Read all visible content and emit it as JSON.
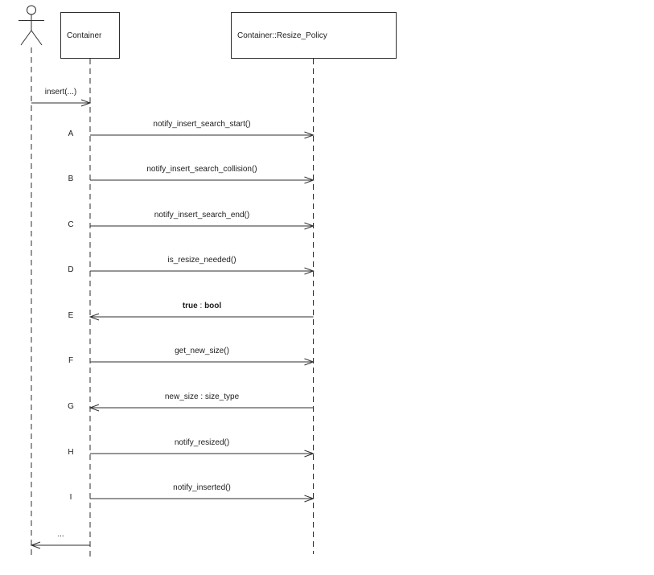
{
  "diagram": {
    "type": "uml-sequence",
    "participants": [
      {
        "id": "user",
        "kind": "actor",
        "label": ""
      },
      {
        "id": "container",
        "kind": "object",
        "label": "Container"
      },
      {
        "id": "resize_policy",
        "kind": "object",
        "label": "Container::Resize_Policy"
      }
    ],
    "initial_message": {
      "label": "insert(...)",
      "from": "user",
      "to": "container",
      "kind": "call"
    },
    "messages": [
      {
        "letter": "A",
        "label": "notify_insert_search_start()",
        "from": "container",
        "to": "resize_policy",
        "kind": "call"
      },
      {
        "letter": "B",
        "label": "notify_insert_search_collision()",
        "from": "container",
        "to": "resize_policy",
        "kind": "call"
      },
      {
        "letter": "C",
        "label": "notify_insert_search_end()",
        "from": "container",
        "to": "resize_policy",
        "kind": "call"
      },
      {
        "letter": "D",
        "label": "is_resize_needed()",
        "from": "container",
        "to": "resize_policy",
        "kind": "call"
      },
      {
        "letter": "E",
        "label_parts": {
          "value": "true",
          "separator": " : ",
          "type": "bool"
        },
        "from": "resize_policy",
        "to": "container",
        "kind": "return"
      },
      {
        "letter": "F",
        "label": "get_new_size()",
        "from": "container",
        "to": "resize_policy",
        "kind": "call"
      },
      {
        "letter": "G",
        "label": "new_size : size_type",
        "from": "resize_policy",
        "to": "container",
        "kind": "return"
      },
      {
        "letter": "H",
        "label": "notify_resized()",
        "from": "container",
        "to": "resize_policy",
        "kind": "call"
      },
      {
        "letter": "I",
        "label": "notify_inserted()",
        "from": "container",
        "to": "resize_policy",
        "kind": "call"
      }
    ],
    "final_message": {
      "label": "...",
      "from": "container",
      "to": "user",
      "kind": "return"
    }
  },
  "colors": {
    "line": "#2e2e2e",
    "text": "#1c1c1c",
    "background": "#ffffff"
  }
}
